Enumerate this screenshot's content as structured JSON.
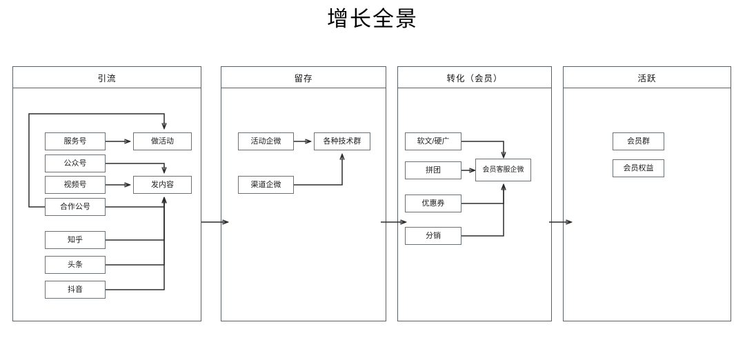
{
  "title": "增长全景",
  "stages": [
    {
      "id": "acquisition",
      "header": "引流",
      "nodes": [
        {
          "id": "service-account",
          "label": "服务号"
        },
        {
          "id": "official-account",
          "label": "公众号"
        },
        {
          "id": "video-account",
          "label": "视频号"
        },
        {
          "id": "partner-account",
          "label": "合作公号"
        },
        {
          "id": "zhihu",
          "label": "知乎"
        },
        {
          "id": "toutiao",
          "label": "头条"
        },
        {
          "id": "douyin",
          "label": "抖音"
        },
        {
          "id": "run-campaign",
          "label": "做活动"
        },
        {
          "id": "publish-content",
          "label": "发内容"
        }
      ]
    },
    {
      "id": "retention",
      "header": "留存",
      "nodes": [
        {
          "id": "campaign-wecom",
          "label": "活动企微"
        },
        {
          "id": "channel-wecom",
          "label": "渠道企微"
        },
        {
          "id": "tech-groups",
          "label": "各种技术群"
        }
      ]
    },
    {
      "id": "conversion",
      "header": "转化（会员）",
      "nodes": [
        {
          "id": "soft-hard-ads",
          "label": "软文/硬广"
        },
        {
          "id": "group-buy",
          "label": "拼团"
        },
        {
          "id": "coupon",
          "label": "优惠券"
        },
        {
          "id": "distribution",
          "label": "分销"
        },
        {
          "id": "member-service-wecom",
          "label": "会员客服企微"
        }
      ]
    },
    {
      "id": "engagement",
      "header": "活跃",
      "nodes": [
        {
          "id": "member-group",
          "label": "会员群"
        },
        {
          "id": "member-benefits",
          "label": "会员权益"
        }
      ]
    }
  ],
  "colors": {
    "stage_border": "#5a5f63",
    "node_border": "#6b7075",
    "wire": "#2b2b2b",
    "background": "#ffffff",
    "text": "#1b1b1b"
  }
}
